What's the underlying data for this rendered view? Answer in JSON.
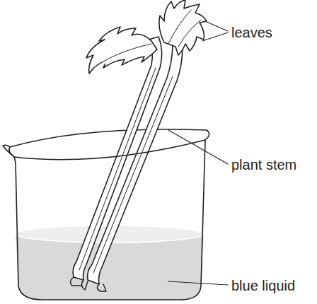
{
  "diagram": {
    "labels": [
      "leaves",
      "plant stem",
      "blue liquid"
    ]
  }
}
